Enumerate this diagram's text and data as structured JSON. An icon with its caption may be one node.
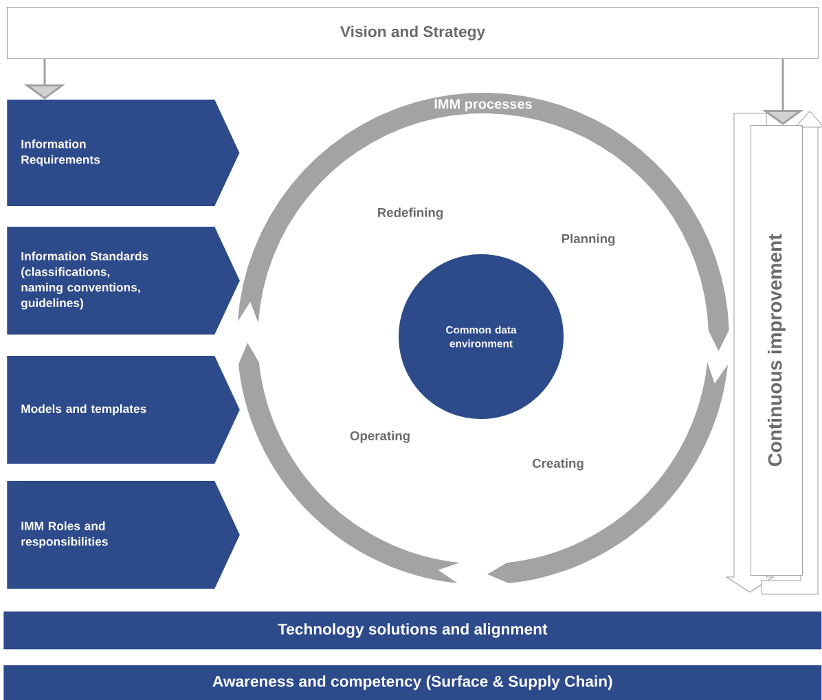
{
  "diagram": {
    "nodes": [
      {
        "text": [
          "Vision and Strategy"
        ]
      },
      {
        "text": [
          "Information Requirements"
        ]
      },
      {
        "text": [
          "Information Standards (classifications, naming conventions, guidelines)"
        ]
      },
      {
        "text": [
          "Models and templates"
        ]
      },
      {
        "text": [
          "IMM Roles and responsibilities"
        ]
      },
      {
        "text": [
          "IMM processes"
        ]
      },
      {
        "text": [
          "Common data environment"
        ]
      },
      {
        "text": [
          "Continuous improvement"
        ]
      },
      {
        "text": [
          "Technology solutions and alignment"
        ]
      },
      {
        "text": [
          "Awareness and competency (Surface & Supply Chain)"
        ]
      }
    ],
    "edges": [
      {
        "from": 0,
        "to": 1,
        "arrow": "to"
      },
      {
        "from": 0,
        "to": 7,
        "arrow": "to"
      }
    ],
    "labels": [
      "Redefining",
      "Planning",
      "Operating",
      "Creating"
    ]
  }
}
